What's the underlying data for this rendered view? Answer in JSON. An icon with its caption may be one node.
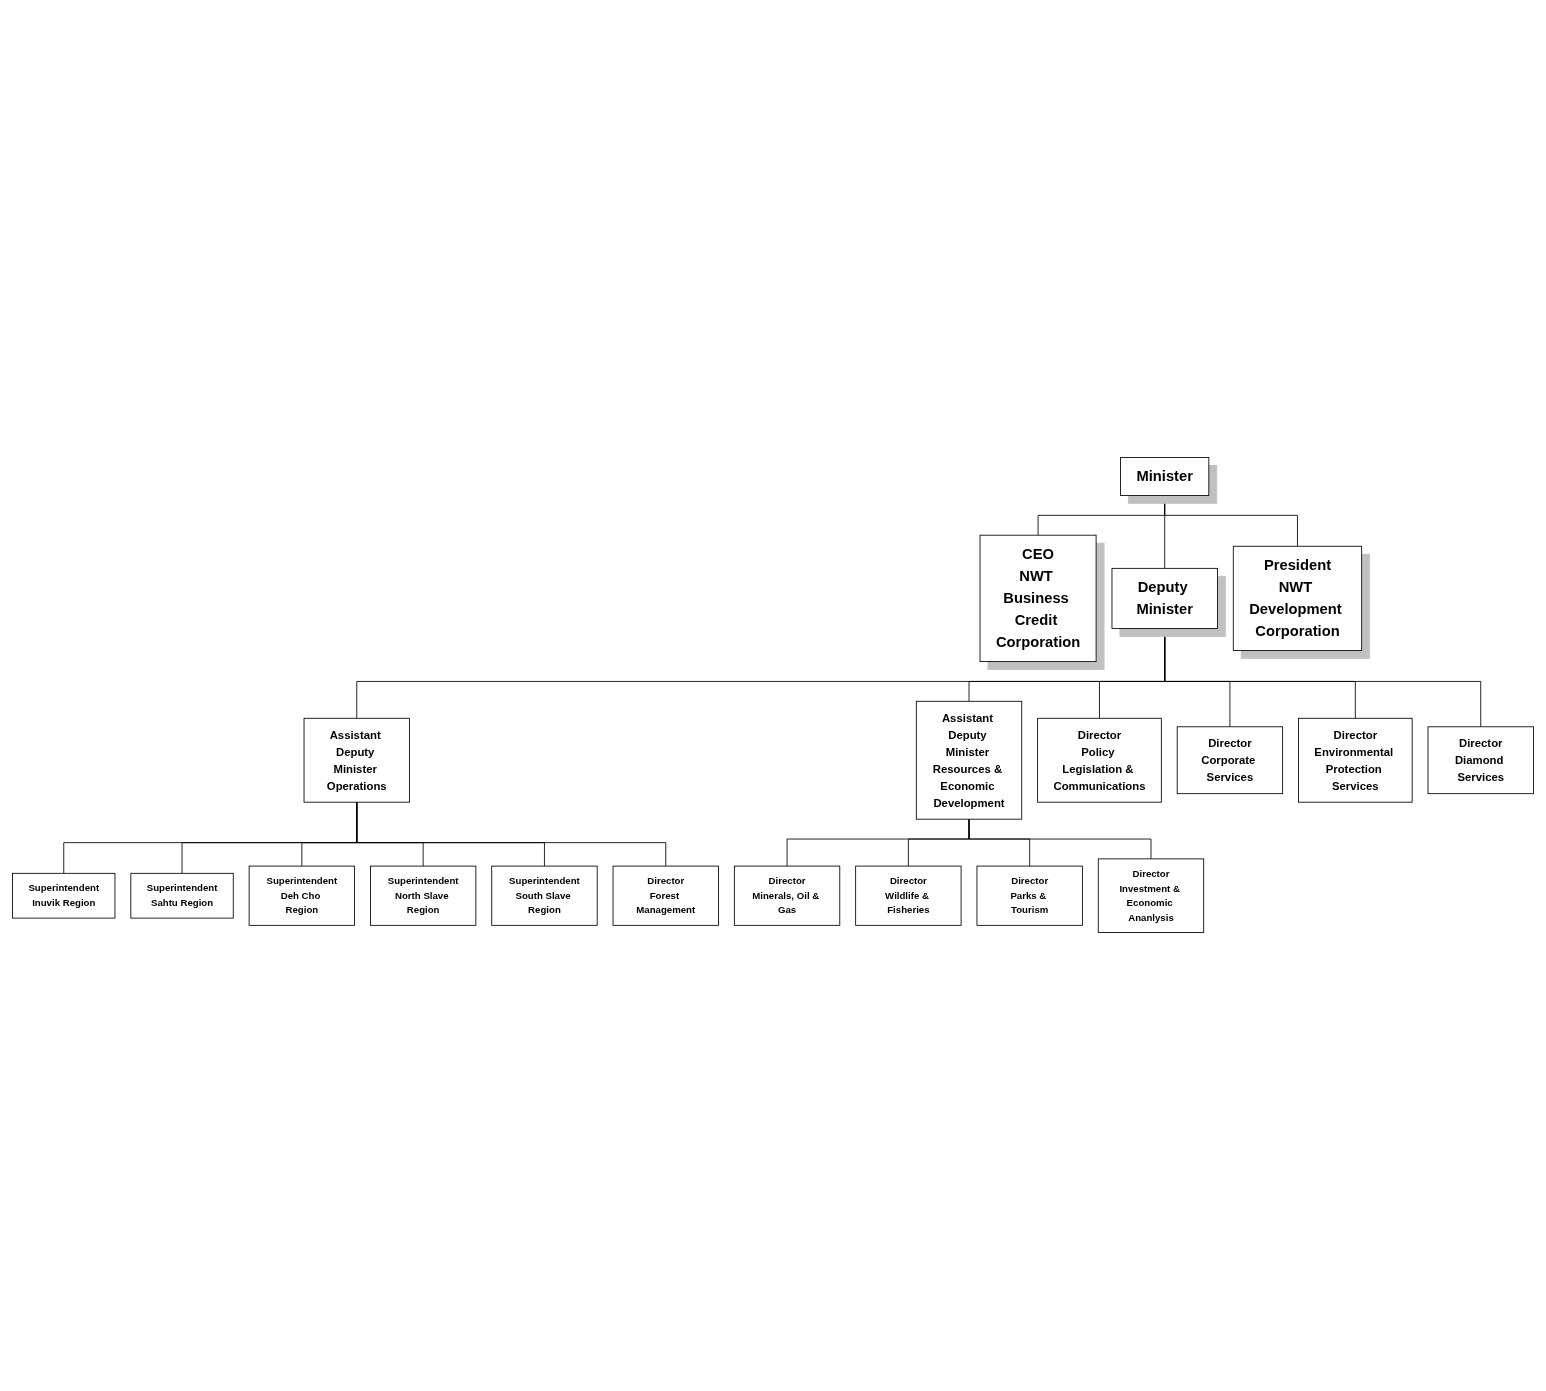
{
  "diagram": {
    "nodes": [
      {
        "text": [
          "Minister"
        ]
      },
      {
        "text": [
          "CEO",
          "NWT Business Credit Corporation"
        ]
      },
      {
        "text": [
          "Deputy Minister"
        ]
      },
      {
        "text": [
          "President",
          "NWT Development Corporation"
        ]
      },
      {
        "text": [
          "Assistant Deputy Minister Operations"
        ]
      },
      {
        "text": [
          "Assistant Deputy Minister Resources & Economic Development"
        ]
      },
      {
        "text": [
          "Director",
          "Policy Legislation & Communications"
        ]
      },
      {
        "text": [
          "Superintendent",
          "Inuvik Region"
        ]
      },
      {
        "text": [
          "Superintendent",
          "Sahtu Region"
        ]
      },
      {
        "text": [
          "Director",
          "Minerals, Oil & Gas"
        ]
      },
      {
        "text": [
          "Director",
          "Wildlife & Fisheries"
        ]
      },
      {
        "text": [
          "Director",
          "Corporate Services"
        ]
      },
      {
        "text": [
          "Superintendent",
          "Deh Cho Region"
        ]
      },
      {
        "text": [
          "Superintendent",
          "North Slave Region"
        ]
      },
      {
        "text": [
          "Director",
          "Parks & Tourism"
        ]
      },
      {
        "text": [
          "Director",
          "Investment & Economic Ananlysis"
        ]
      },
      {
        "text": [
          "Director",
          "Environmental Protection Services"
        ]
      },
      {
        "text": [
          "Superintendent",
          "South Slave Region"
        ]
      },
      {
        "text": [
          "Director",
          "Forest Management"
        ]
      },
      {
        "text": [
          "Director",
          "Diamond Services"
        ]
      }
    ],
    "edges": [
      {
        "from": 0,
        "to": 1,
        "arrow": "none"
      },
      {
        "from": 0,
        "to": 2,
        "arrow": "none"
      },
      {
        "from": 0,
        "to": 3,
        "arrow": "none"
      },
      {
        "from": 2,
        "to": 4,
        "arrow": "none"
      },
      {
        "from": 2,
        "to": 5,
        "arrow": "none"
      },
      {
        "from": 2,
        "to": 6,
        "arrow": "none"
      },
      {
        "from": 2,
        "to": 11,
        "arrow": "none"
      },
      {
        "from": 2,
        "to": 16,
        "arrow": "none"
      },
      {
        "from": 2,
        "to": 19,
        "arrow": "none"
      },
      {
        "from": 4,
        "to": 7,
        "arrow": "none"
      },
      {
        "from": 4,
        "to": 8,
        "arrow": "none"
      },
      {
        "from": 4,
        "to": 12,
        "arrow": "none"
      },
      {
        "from": 4,
        "to": 13,
        "arrow": "none"
      },
      {
        "from": 4,
        "to": 17,
        "arrow": "none"
      },
      {
        "from": 4,
        "to": 18,
        "arrow": "none"
      },
      {
        "from": 5,
        "to": 9,
        "arrow": "none"
      },
      {
        "from": 5,
        "to": 10,
        "arrow": "none"
      },
      {
        "from": 5,
        "to": 14,
        "arrow": "none"
      },
      {
        "from": 5,
        "to": 15,
        "arrow": "none"
      }
    ]
  }
}
